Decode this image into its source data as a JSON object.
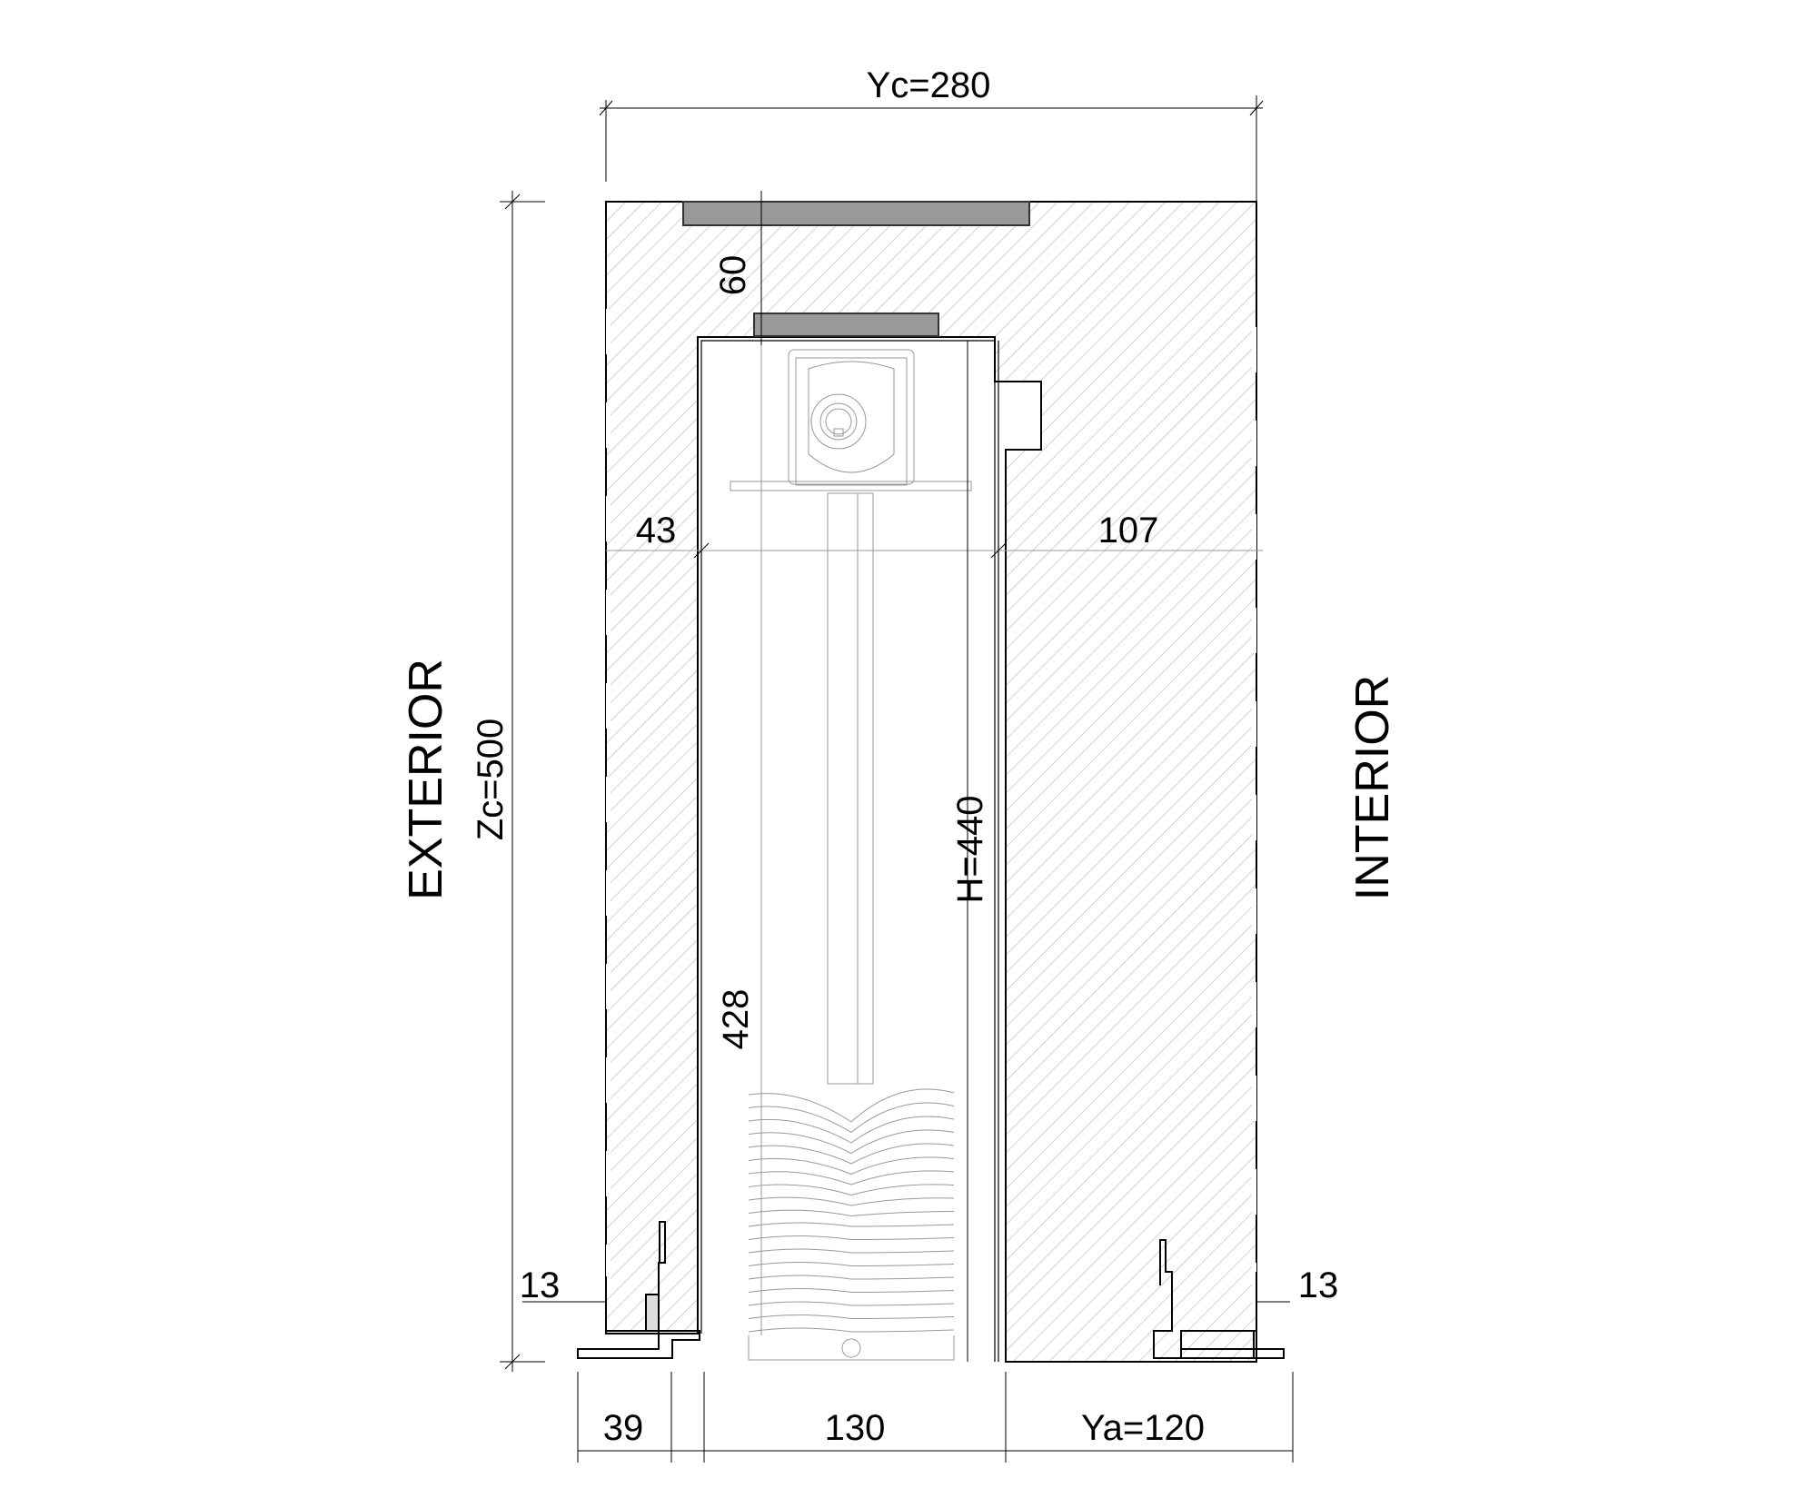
{
  "labels": {
    "exterior": "EXTERIOR",
    "interior": "INTERIOR"
  },
  "dimensions": {
    "total_width": "Yc=280",
    "total_height": "Zc=500",
    "lintel_depth": "60",
    "exterior_wall": "43",
    "interior_wall": "107",
    "opening_height": "H=440",
    "curtain_height": "428",
    "frame_left": "13",
    "frame_right": "13",
    "frame_width": "39",
    "box_width": "130",
    "interior_width": "Ya=120"
  },
  "colors": {
    "hatch": "#b5b5b5",
    "plate": "#999999",
    "line": "#000000"
  }
}
